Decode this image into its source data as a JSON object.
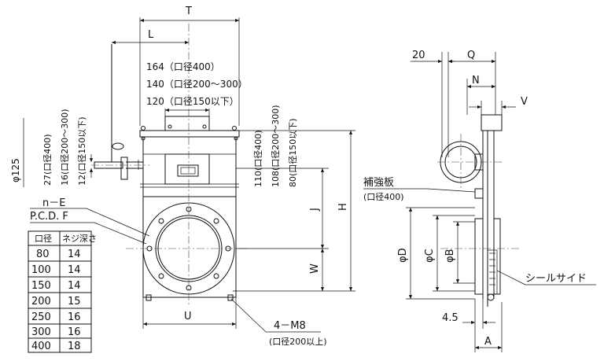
{
  "dims": {
    "T": "T",
    "L": "L",
    "Q": "Q",
    "N": "N",
    "V": "V",
    "H": "H",
    "J": "J",
    "W": "W",
    "U": "U",
    "A": "A",
    "D": "φD",
    "C": "φC",
    "B": "φB",
    "d20": "20",
    "d4_5": "4.5",
    "phi125": "φ125"
  },
  "notes": {
    "l164": "164（口径400）",
    "l140": "140（口径200～300）",
    "l120": "120（口径150以下）",
    "s27": "27(口径400)",
    "s16": "16(口径200～300)",
    "s12": "12(口径150以下)",
    "r110": "110(口径400)",
    "r108": "108(口径200～300)",
    "r80": "80(口径150以下)",
    "nE": "n－E",
    "pcd": "P.C.D. F",
    "m8": "4－M8",
    "m8sub": "(口径200以上)",
    "plate": "補強板",
    "plateSub": "(口径400)",
    "seal": "シールサイド"
  },
  "table": {
    "headers": [
      "口径",
      "ネジ深さ"
    ],
    "rows": [
      [
        "80",
        "14"
      ],
      [
        "100",
        "14"
      ],
      [
        "150",
        "14"
      ],
      [
        "200",
        "15"
      ],
      [
        "250",
        "16"
      ],
      [
        "300",
        "16"
      ],
      [
        "400",
        "18"
      ]
    ]
  }
}
